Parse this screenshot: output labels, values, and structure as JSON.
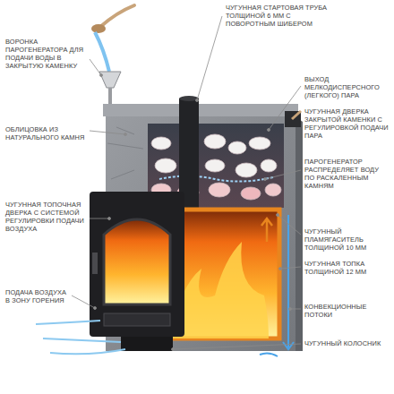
{
  "diagram": {
    "labels": [
      "ВОРОНКА ПАРОГЕНЕРАТОРА ДЛЯ ПОДАЧИ ВОДЫ В ЗАКРЫТУЮ КАМЕНКУ",
      "ОБЛИЦОВКА ИЗ НАТУРАЛЬНОГО КАМНЯ",
      "ЧУГУННАЯ ТОПОЧНАЯ ДВЕРКА С СИСТЕМОЙ РЕГУЛИРОВКИ ПОДАЧИ ВОЗДУХА",
      "ПОДАЧА ВОЗДУХА В ЗОНУ ГОРЕНИЯ",
      "ЧУГУННАЯ СТАРТОВАЯ ТРУБА ТОЛЩИНОЙ 6 ММ С ПОВОРОТНЫМ ШИБЕРОМ",
      "ВЫХОД МЕЛКОДИСПЕРСНОГО (ЛЕГКОГО) ПАРА",
      "ЧУГУННАЯ ДВЕРКА ЗАКРЫТОЙ КАМЕНКИ С РЕГУЛИРОВКОЙ ПОДАЧИ ПАРА",
      "ПАРОГЕНЕРАТОР РАСПРЕДЕЛЯЕТ ВОДУ ПО РАСКАЛЕННЫМ КАМНЯМ",
      "ЧУГУННЫЙ ПЛАМЯГАСИТЕЛЬ ТОЛЩИНОЙ 10 ММ",
      "ЧУГУННАЯ ТОПКА ТОЛЩИНОЙ 12 ММ",
      "КОНВЕКЦИОННЫЕ ПОТОКИ",
      "ЧУГУННЫЙ КОЛОСНИК"
    ]
  }
}
